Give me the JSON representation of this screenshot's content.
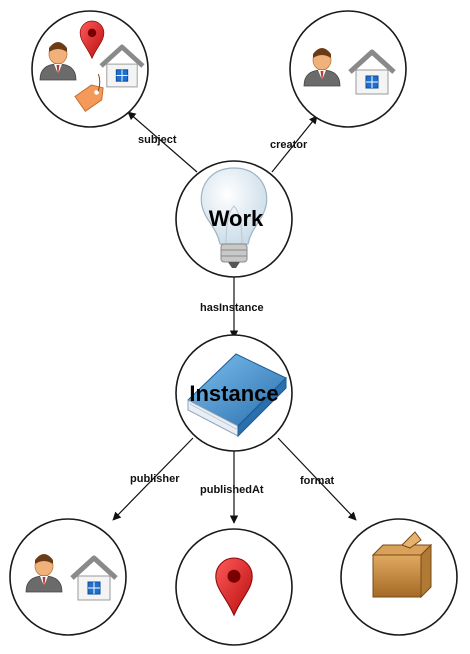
{
  "nodes": {
    "work": {
      "label": "Work"
    },
    "instance": {
      "label": "Instance"
    }
  },
  "edges": {
    "subject": "subject",
    "creator": "creator",
    "hasInstance": "hasInstance",
    "publisher": "publisher",
    "publishedAt": "publishedAt",
    "format": "format"
  },
  "icons": {
    "subject_node": [
      "person-icon",
      "map-pin-icon",
      "house-icon",
      "tag-icon"
    ],
    "creator_node": [
      "person-icon",
      "house-icon"
    ],
    "work_node": [
      "light-bulb-icon"
    ],
    "instance_node": [
      "book-icon"
    ],
    "publisher_node": [
      "person-icon",
      "house-icon"
    ],
    "published_at_node": [
      "map-pin-icon"
    ],
    "format_node": [
      "box-icon"
    ]
  },
  "colors": {
    "node_fill": "#ffffff",
    "node_stroke": "#1a1a1a",
    "pin_red": "#e02020",
    "house_roof": "#8a8a8a",
    "window_blue": "#1f6fcf",
    "person_shirt": "#6b6b6b",
    "person_skin": "#f0b27a",
    "tag_orange": "#f39a5a",
    "book_blue": "#3a86c8",
    "box_brown": "#c48a42"
  }
}
